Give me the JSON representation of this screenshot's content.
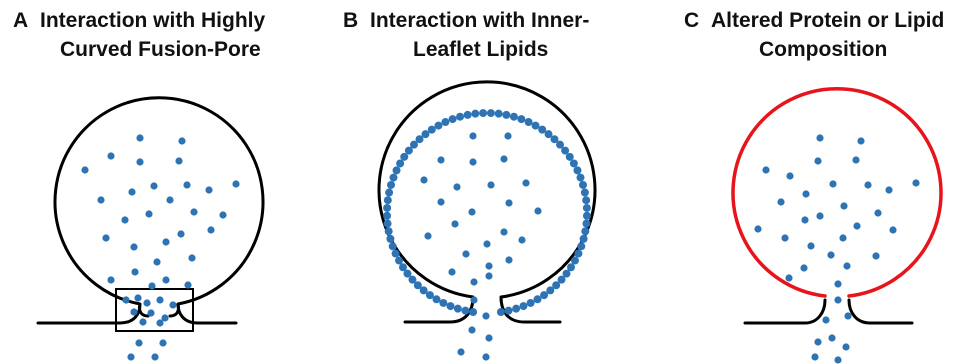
{
  "panels": [
    {
      "letter": "A",
      "line1": "Interaction with Highly",
      "line2": "Curved Fusion-Pore"
    },
    {
      "letter": "B",
      "line1": "Interaction with Inner-",
      "line2": "Leaflet Lipids"
    },
    {
      "letter": "C",
      "line1": "Altered Protein or Lipid",
      "line2": "Composition"
    }
  ],
  "colors": {
    "vesicle_default": "#000000",
    "vesicle_altered": "#e8141b",
    "cargo_dot": "#2e74b5",
    "text": "#111111"
  }
}
